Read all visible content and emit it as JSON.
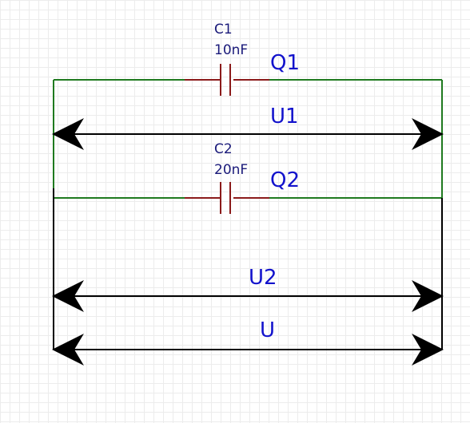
{
  "colors": {
    "wire": "#1f7a1f",
    "capacitor": "#8b1a1a",
    "arrow": "#000000",
    "component_text": "#1a1a7a",
    "quantity_text": "#1212cc"
  },
  "capacitors": [
    {
      "ref": "C1",
      "value": "10nF",
      "charge_label": "Q1"
    },
    {
      "ref": "C2",
      "value": "20nF",
      "charge_label": "Q2"
    }
  ],
  "voltages": {
    "u1": "U1",
    "u2": "U2",
    "u_total": "U"
  }
}
